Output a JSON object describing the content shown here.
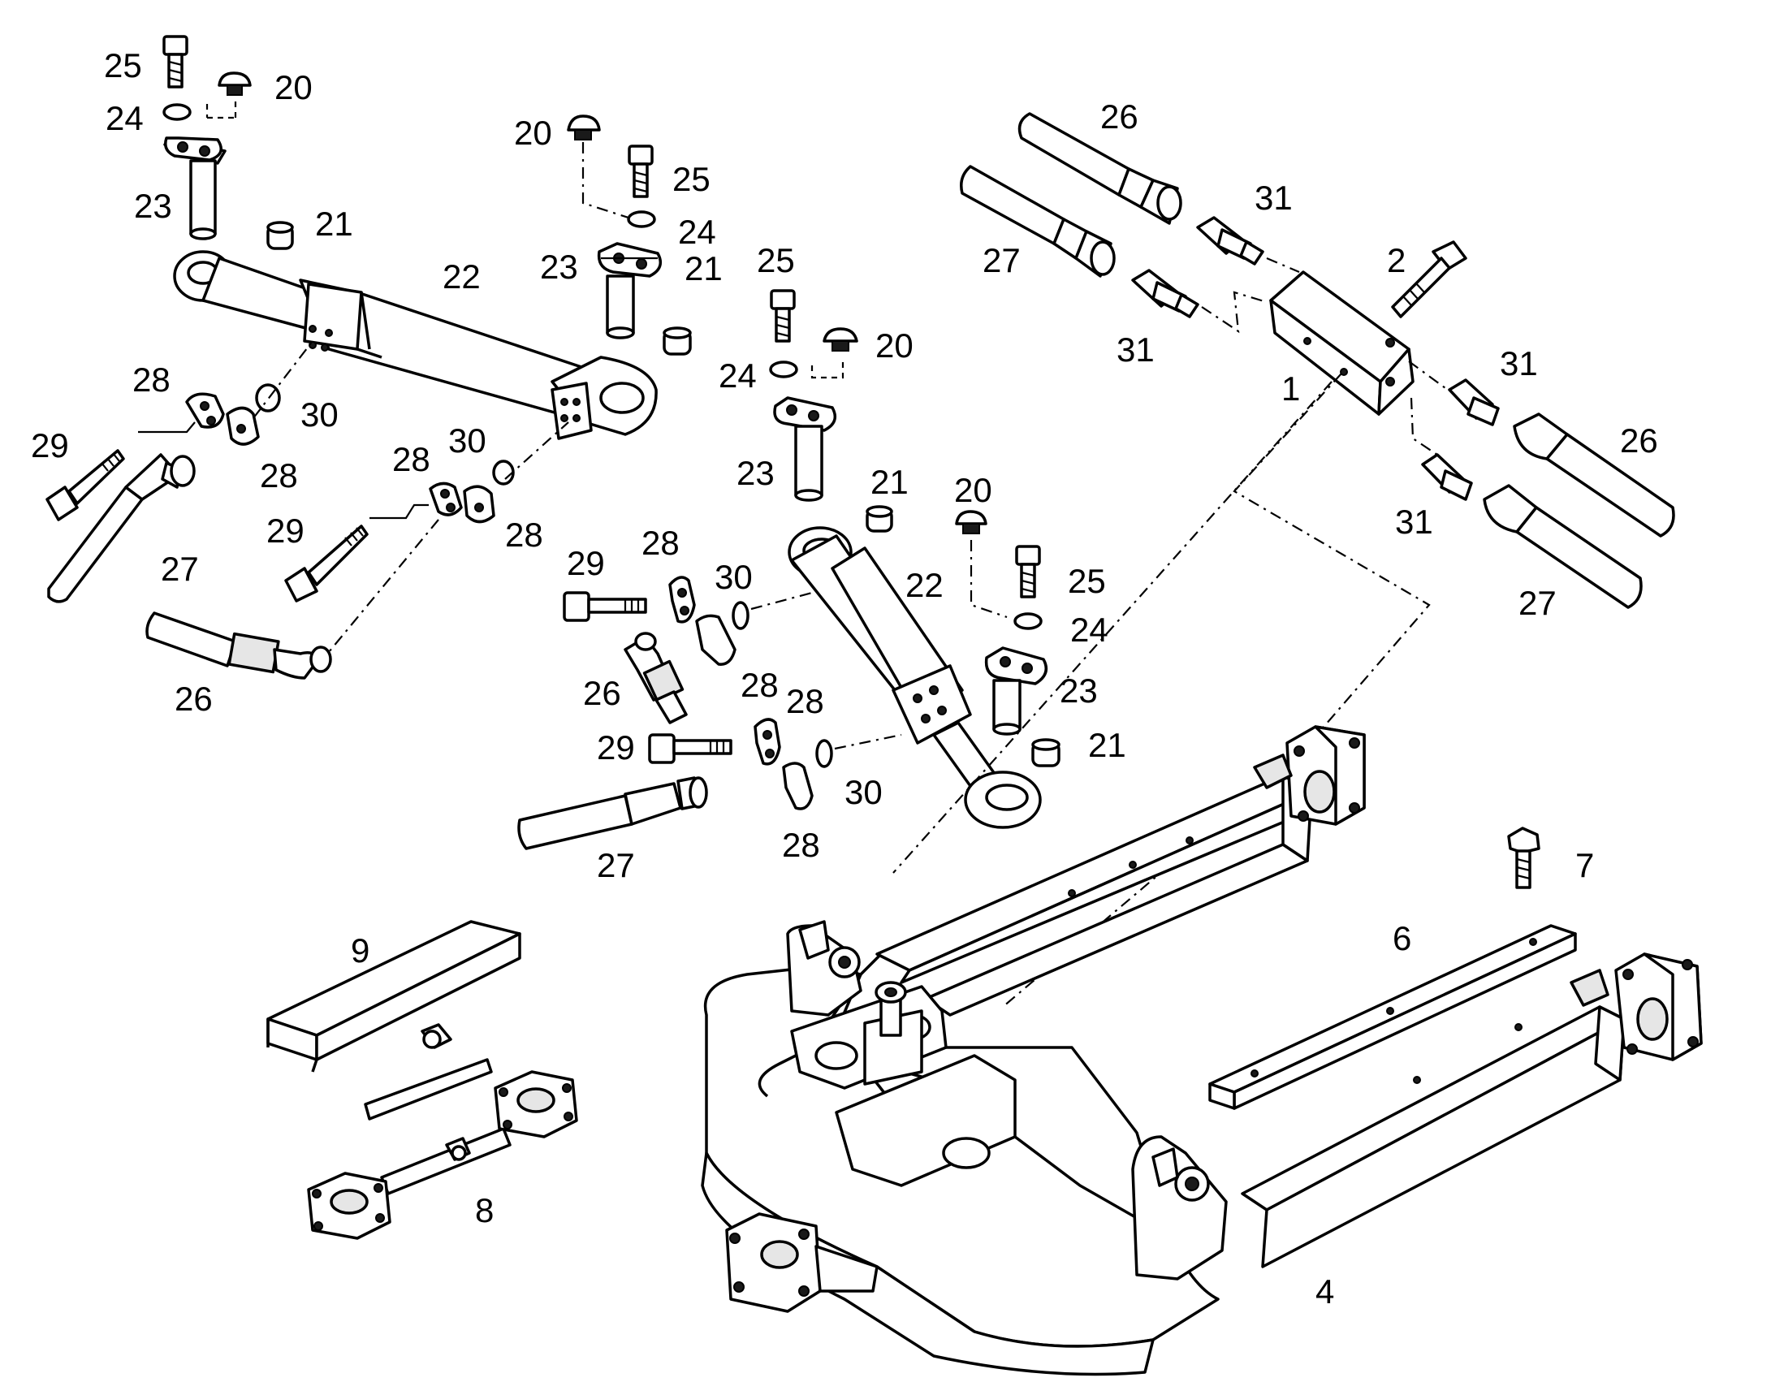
{
  "callouts": [
    {
      "id": "c1",
      "text": "25"
    },
    {
      "id": "c2",
      "text": "20"
    },
    {
      "id": "c3",
      "text": "24"
    },
    {
      "id": "c4",
      "text": "23"
    },
    {
      "id": "c5",
      "text": "21"
    },
    {
      "id": "c6",
      "text": "22"
    },
    {
      "id": "c7",
      "text": "28"
    },
    {
      "id": "c8",
      "text": "30"
    },
    {
      "id": "c9",
      "text": "29"
    },
    {
      "id": "c10",
      "text": "28"
    },
    {
      "id": "c11",
      "text": "27"
    },
    {
      "id": "c12",
      "text": "28"
    },
    {
      "id": "c13",
      "text": "30"
    },
    {
      "id": "c14",
      "text": "29"
    },
    {
      "id": "c15",
      "text": "28"
    },
    {
      "id": "c16",
      "text": "26"
    },
    {
      "id": "c17",
      "text": "20"
    },
    {
      "id": "c18",
      "text": "25"
    },
    {
      "id": "c19",
      "text": "24"
    },
    {
      "id": "c20",
      "text": "23"
    },
    {
      "id": "c21",
      "text": "21"
    },
    {
      "id": "c22",
      "text": "25"
    },
    {
      "id": "c23",
      "text": "20"
    },
    {
      "id": "c24",
      "text": "24"
    },
    {
      "id": "c25",
      "text": "23"
    },
    {
      "id": "c26",
      "text": "21"
    },
    {
      "id": "c27",
      "text": "26"
    },
    {
      "id": "c28",
      "text": "31"
    },
    {
      "id": "c29",
      "text": "27"
    },
    {
      "id": "c30",
      "text": "2"
    },
    {
      "id": "c31",
      "text": "31"
    },
    {
      "id": "c32",
      "text": "1"
    },
    {
      "id": "c33",
      "text": "31"
    },
    {
      "id": "c34",
      "text": "26"
    },
    {
      "id": "c35",
      "text": "31"
    },
    {
      "id": "c36",
      "text": "27"
    },
    {
      "id": "c37",
      "text": "20"
    },
    {
      "id": "c38",
      "text": "22"
    },
    {
      "id": "c39",
      "text": "25"
    },
    {
      "id": "c40",
      "text": "29"
    },
    {
      "id": "c41",
      "text": "28"
    },
    {
      "id": "c42",
      "text": "30"
    },
    {
      "id": "c43",
      "text": "24"
    },
    {
      "id": "c44",
      "text": "26"
    },
    {
      "id": "c45",
      "text": "28"
    },
    {
      "id": "c46",
      "text": "28"
    },
    {
      "id": "c47",
      "text": "23"
    },
    {
      "id": "c48",
      "text": "29"
    },
    {
      "id": "c49",
      "text": "21"
    },
    {
      "id": "c50",
      "text": "30"
    },
    {
      "id": "c51",
      "text": "28"
    },
    {
      "id": "c52",
      "text": "27"
    },
    {
      "id": "c53",
      "text": "7"
    },
    {
      "id": "c54",
      "text": "6"
    },
    {
      "id": "c55",
      "text": "9"
    },
    {
      "id": "c56",
      "text": "8"
    },
    {
      "id": "c57",
      "text": "4"
    }
  ]
}
